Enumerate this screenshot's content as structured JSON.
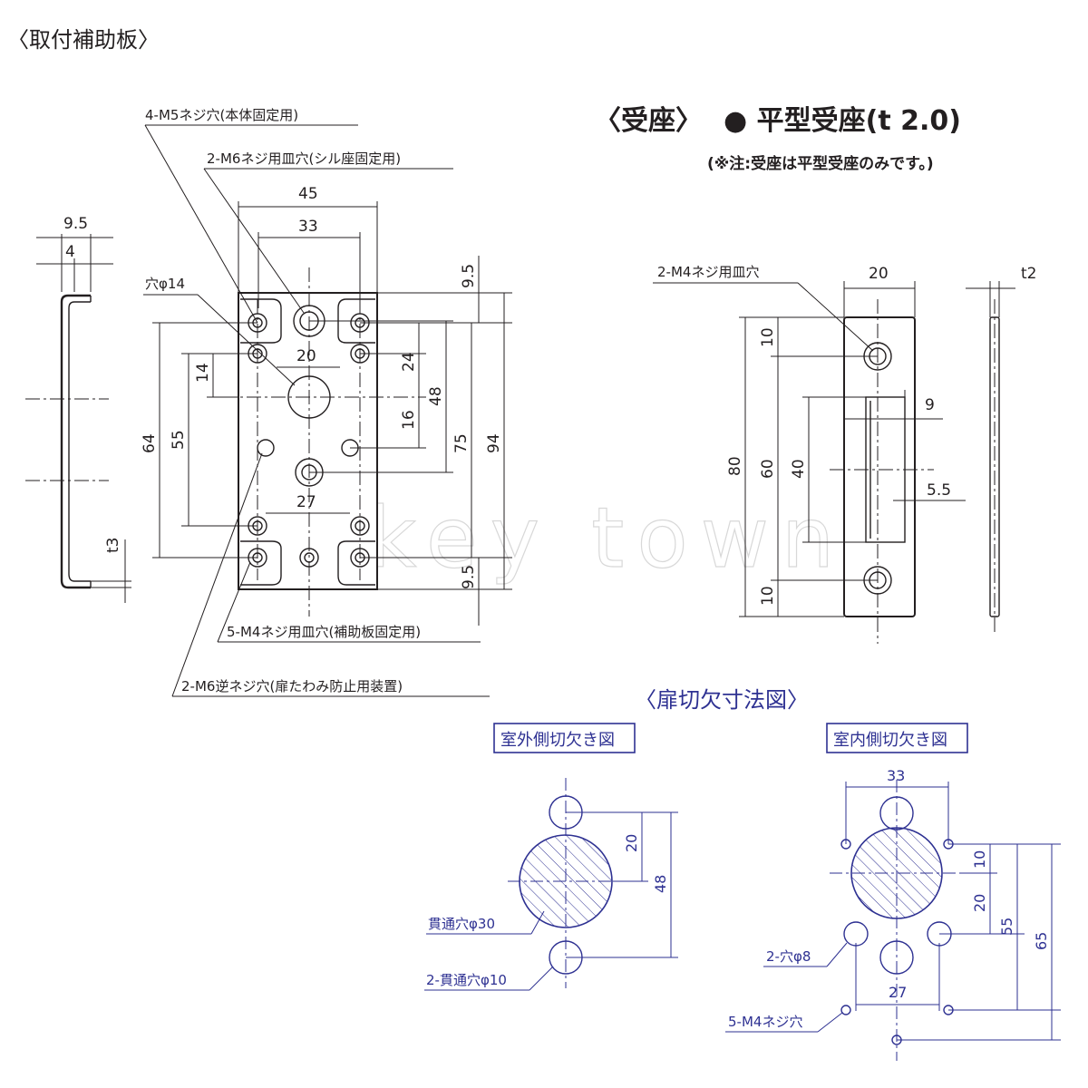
{
  "titles": {
    "main": "〈取付補助板〉",
    "receiver": "〈受座〉",
    "receiver_type": "● 平型受座(t 2.0)",
    "receiver_note": "(※注:受座は平型受座のみです。)",
    "cutout": "〈扉切欠寸法図〉",
    "outdoor_box": "室外側切欠き図",
    "indoor_box": "室内側切欠き図"
  },
  "watermark": "©key town",
  "plate_labels": {
    "m5": "4-M5ネジ穴(本体固定用)",
    "m6": "2-M6ネジ用皿穴(シル座固定用)",
    "hole14": "穴φ14",
    "m4": "5-M4ネジ用皿穴(補助板固定用)",
    "m6rev": "2-M6逆ネジ穴(扉たわみ防止用装置)"
  },
  "plate_dims": {
    "w45": "45",
    "w33": "33",
    "w20": "20",
    "w27": "27",
    "h95a": "9.5",
    "h95b": "9.5",
    "h24": "24",
    "h48": "48",
    "h16": "16",
    "h75": "75",
    "h94": "94",
    "h14": "14",
    "h55": "55",
    "h64": "64"
  },
  "side_dims": {
    "w95": "9.5",
    "w4": "4",
    "t3": "t3"
  },
  "receiver_labels": {
    "m4": "2-M4ネジ用皿穴"
  },
  "receiver_dims": {
    "w20": "20",
    "t2": "t2",
    "h10a": "10",
    "h10b": "10",
    "h80": "80",
    "h60": "60",
    "h40": "40",
    "w9": "9",
    "w55": "5.5"
  },
  "outdoor": {
    "through30": "貫通穴φ30",
    "through10": "2-貫通穴φ10",
    "d20": "20",
    "d48": "48"
  },
  "indoor": {
    "hole8": "2-穴φ8",
    "m4": "5-M4ネジ穴",
    "d33": "33",
    "d10": "10",
    "d20": "20",
    "d55": "55",
    "d65": "65",
    "d27": "27"
  }
}
